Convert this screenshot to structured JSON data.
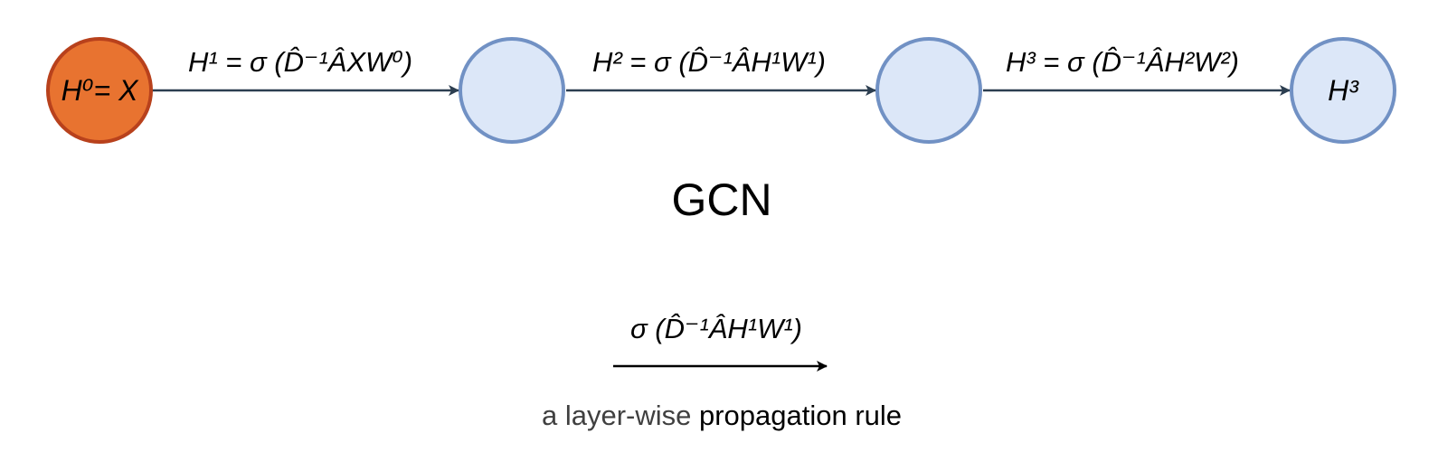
{
  "diagram": {
    "title": "GCN",
    "colors": {
      "input_fill": "#E87330",
      "input_stroke": "#B8411C",
      "layer_fill": "#DCE7F8",
      "layer_stroke": "#7191C4",
      "edge": "#2C3E50",
      "legend_edge": "#000000",
      "caption_prefix": "#404040",
      "caption_suffix": "#000000"
    },
    "nodes": [
      {
        "id": "h0",
        "label": "H⁰= X"
      },
      {
        "id": "h1",
        "label": ""
      },
      {
        "id": "h2",
        "label": ""
      },
      {
        "id": "h3",
        "label": "H³"
      }
    ],
    "edges": [
      {
        "from": "h0",
        "to": "h1",
        "label": "H¹ = σ (D̂⁻¹ÂXW⁰)"
      },
      {
        "from": "h1",
        "to": "h2",
        "label": "H² = σ (D̂⁻¹ÂH¹W¹)"
      },
      {
        "from": "h2",
        "to": "h3",
        "label": "H³ = σ (D̂⁻¹ÂH²W²)"
      }
    ],
    "legend": {
      "formula": "σ (D̂⁻¹ÂH¹W¹)",
      "caption_prefix": "a layer-wise",
      "caption_suffix": " propagation rule"
    }
  }
}
